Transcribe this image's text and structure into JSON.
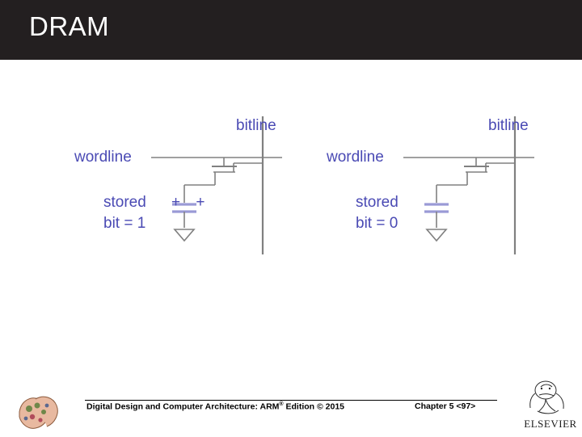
{
  "slide": {
    "title": "DRAM",
    "title_bar_color": "#231f20",
    "background": "#ffffff"
  },
  "diagram": {
    "label_color": "#4a4ab4",
    "wire_color": "#808080",
    "cells": [
      {
        "name": "dram-cell-bit-1",
        "bitline_label": "bitline",
        "wordline_label": "wordline",
        "stored_line1": "stored",
        "stored_line2": "bit = 1",
        "charge_symbol": "+  +",
        "charged": true
      },
      {
        "name": "dram-cell-bit-0",
        "bitline_label": "bitline",
        "wordline_label": "wordline",
        "stored_line1": "stored",
        "stored_line2": "bit = 0",
        "charge_symbol": "",
        "charged": false
      }
    ]
  },
  "footer": {
    "book_text_part1": "Digital Design and Computer Architecture: ARM",
    "book_text_sup": "®",
    "book_text_part2": " Edition © 2015",
    "chapter_text": "Chapter 5 <97>",
    "logo_word": "ELSEVIER"
  }
}
